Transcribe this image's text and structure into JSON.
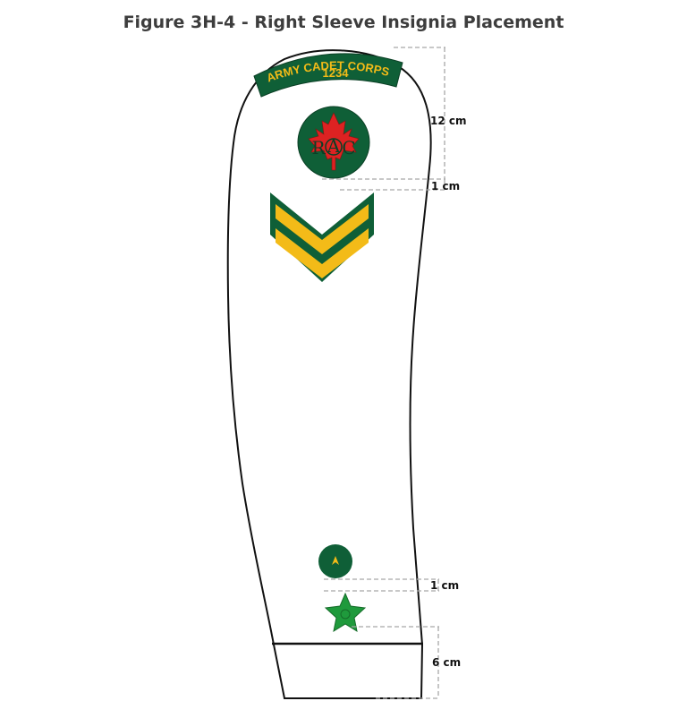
{
  "title": "Figure 3H-4 - Right Sleeve Insignia Placement",
  "shoulder_tab": {
    "line1": "ARMY CADET CORPS",
    "line2": "1234"
  },
  "badge": {
    "letters": [
      "R",
      "A",
      "C"
    ]
  },
  "dimensions": {
    "top": "12 cm",
    "gap_badge_chevron": "1 cm",
    "gap_pin_star": "1 cm",
    "cuff": "6 cm"
  },
  "colors": {
    "green": "#0f5f37",
    "gold": "#f3bb18",
    "red": "#dd2222",
    "star_green": "#1f9a3c",
    "dash": "#a8a8a8"
  }
}
